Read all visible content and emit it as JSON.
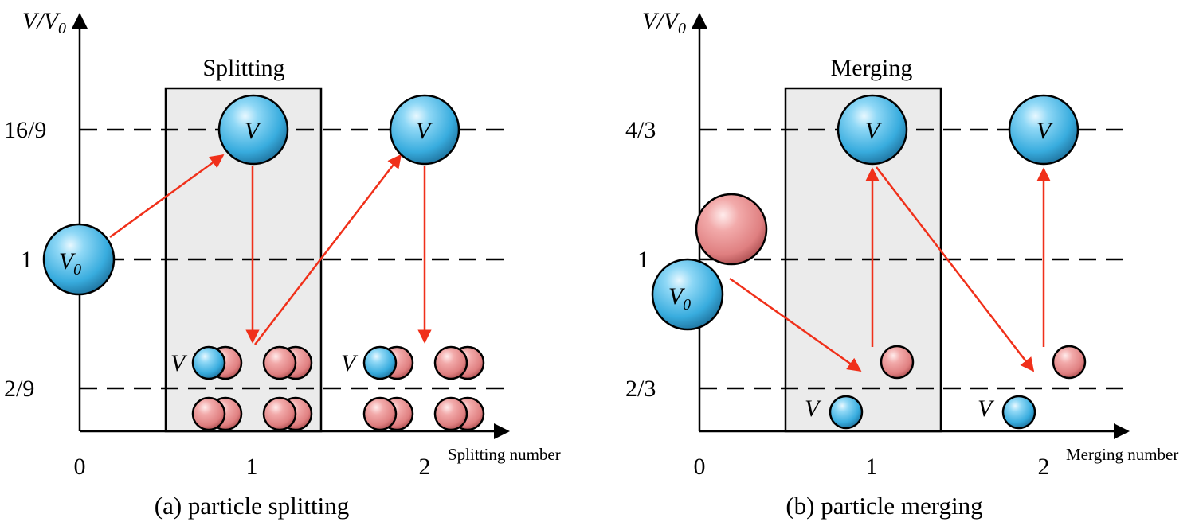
{
  "panels": {
    "a": {
      "axis_y_label_main": "V/V",
      "axis_y_label_sub": "0",
      "box_title": "Splitting",
      "ticks_y": [
        "16/9",
        "1",
        "2/9"
      ],
      "ticks_x": [
        "0",
        "1",
        "2"
      ],
      "x_axis_label": "Splitting number",
      "caption": "(a) particle splitting",
      "particle_label": "V",
      "initial_label_main": "V",
      "initial_label_sub": "0",
      "small_label": "V"
    },
    "b": {
      "axis_y_label_main": "V/V",
      "axis_y_label_sub": "0",
      "box_title": "Merging",
      "ticks_y": [
        "4/3",
        "1",
        "2/3"
      ],
      "ticks_x": [
        "0",
        "1",
        "2"
      ],
      "x_axis_label": "Merging number",
      "caption": "(b) particle merging",
      "particle_label": "V",
      "initial_label_main": "V",
      "initial_label_sub": "0",
      "small_label": "V"
    }
  },
  "colors": {
    "blue_particle": "#3fb4e6",
    "pink_particle": "#e88a8a",
    "arrow": "#f0301a",
    "box_fill": "#ebebeb"
  }
}
